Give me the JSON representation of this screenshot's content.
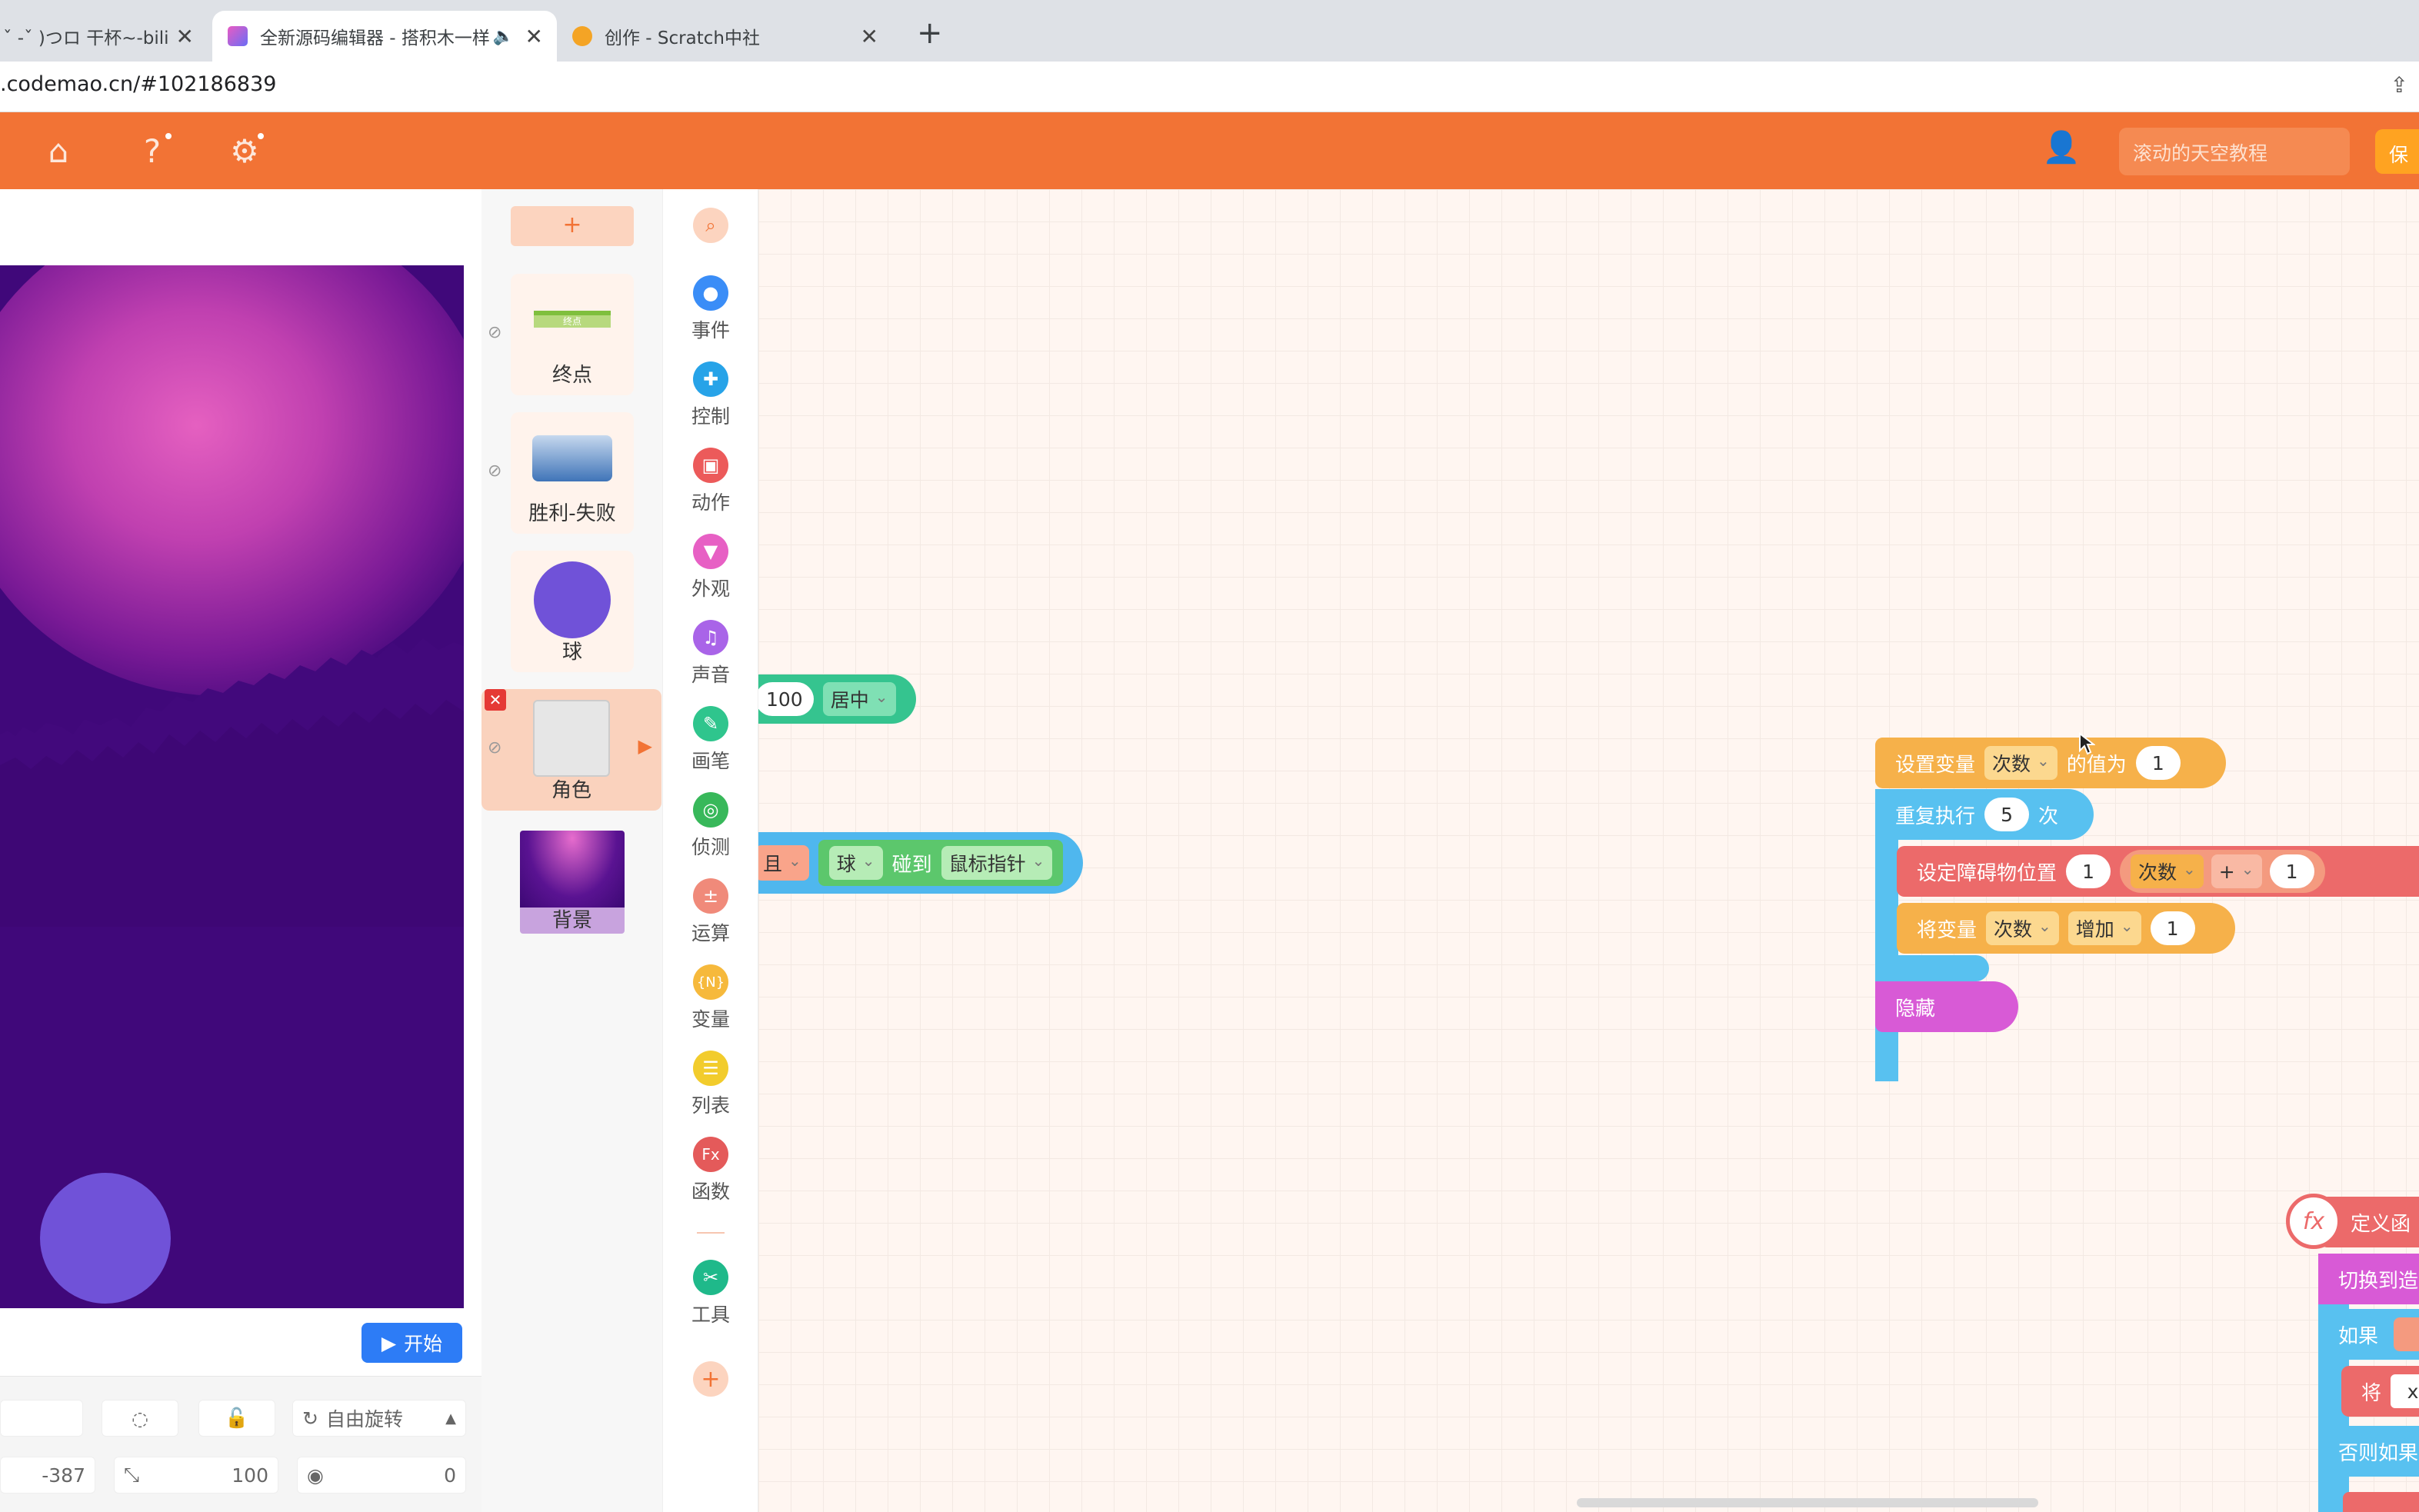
{
  "browser": {
    "tabs": [
      {
        "title": "ˇ -ˇ )つロ 干杯~-bili",
        "active": false
      },
      {
        "title": "全新源码编辑器 - 搭积木一样",
        "active": true
      },
      {
        "title": "创作 - Scratch中社",
        "active": false
      }
    ],
    "url": ".codemao.cn/#102186839"
  },
  "topbar": {
    "search_placeholder": "滚动的天空教程",
    "save_label": "保",
    "accent_color": "#f27335"
  },
  "stage": {
    "start_label": "开始",
    "props": {
      "x_value": "-387",
      "size_value": "100",
      "rotation_mode": "自由旋转",
      "direction_value": "0"
    }
  },
  "sprites": {
    "add_label": "+",
    "items": [
      {
        "name": "终点"
      },
      {
        "name": "胜利-失败"
      },
      {
        "name": "球"
      },
      {
        "name": "角色"
      },
      {
        "name": "背景"
      }
    ],
    "thumb_text": "终点"
  },
  "categories": [
    {
      "label": "事件",
      "color": "#3a8df7",
      "icon": "toggle-icon"
    },
    {
      "label": "控制",
      "color": "#27a3e8",
      "icon": "gamepad-icon"
    },
    {
      "label": "动作",
      "color": "#ec5a5a",
      "icon": "robot-icon"
    },
    {
      "label": "外观",
      "color": "#e760c4",
      "icon": "shirt-icon"
    },
    {
      "label": "声音",
      "color": "#a964e8",
      "icon": "music-icon"
    },
    {
      "label": "画笔",
      "color": "#2fc58d",
      "icon": "pen-icon"
    },
    {
      "label": "侦测",
      "color": "#38b85a",
      "icon": "sensor-icon"
    },
    {
      "label": "运算",
      "color": "#f08a7a",
      "icon": "operator-icon"
    },
    {
      "label": "变量",
      "color": "#f6b93c",
      "icon": "variable-icon"
    },
    {
      "label": "列表",
      "color": "#f2cc2c",
      "icon": "list-icon"
    },
    {
      "label": "函数",
      "color": "#e45a5a",
      "icon": "function-icon"
    },
    {
      "label": "工具",
      "color": "#1fb98a",
      "icon": "tools-icon"
    }
  ],
  "blocks": {
    "b1": {
      "value": "100",
      "dropdown": "居中"
    },
    "b2": {
      "and": "且",
      "sprite": "球",
      "touch": "碰到",
      "target": "鼠标指针"
    },
    "set_var": {
      "label": "设置变量",
      "var": "次数",
      "suffix": "的值为",
      "value": "1"
    },
    "repeat": {
      "label": "重复执行",
      "value": "5",
      "suffix": "次"
    },
    "set_obstacle": {
      "label": "设定障碍物位置",
      "value": "1",
      "var": "次数",
      "op": "+",
      "rhs": "1"
    },
    "change_var": {
      "label": "将变量",
      "var": "次数",
      "op": "增加",
      "value": "1"
    },
    "hide": {
      "label": "隐藏"
    },
    "define_func": {
      "label": "定义函"
    },
    "switch": {
      "label": "切换到造"
    },
    "if": {
      "label": "如果"
    },
    "set_x": {
      "label": "将",
      "value": "x"
    },
    "else_if": {
      "label": "否则如果"
    }
  }
}
